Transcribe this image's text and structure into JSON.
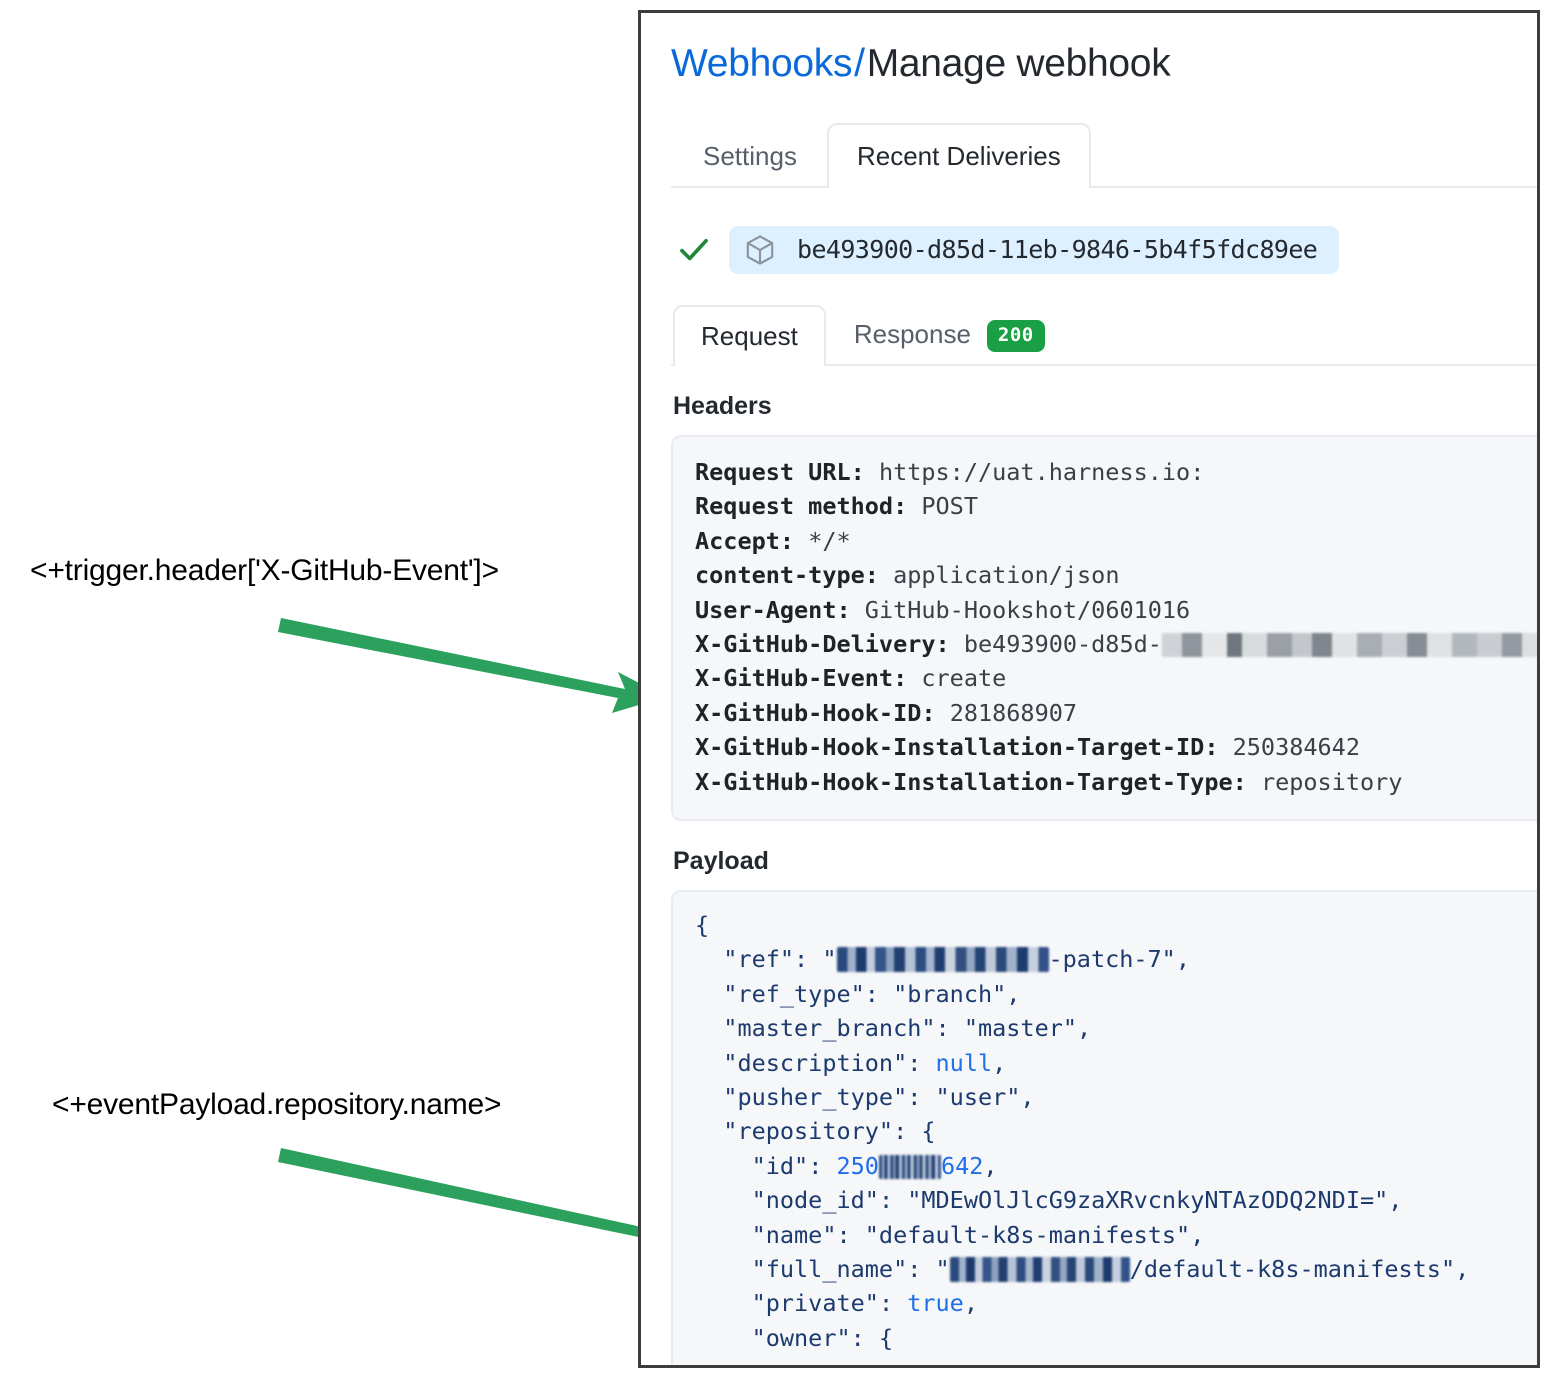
{
  "annotations": [
    {
      "name": "header-expression",
      "text": "<+trigger.header['X-GitHub-Event']>"
    },
    {
      "name": "payload-expression",
      "text": "<+eventPayload.repository.name>"
    }
  ],
  "panel": {
    "breadcrumb": {
      "link": "Webhooks",
      "separator": "/",
      "current": "Manage webhook"
    },
    "tabs": [
      {
        "label": "Settings",
        "active": false
      },
      {
        "label": "Recent Deliveries",
        "active": true
      }
    ],
    "delivery": {
      "status_icon": "check-icon",
      "package_icon": "cube-icon",
      "guid": "be493900-d85d-11eb-9846-5b4f5fdc89ee"
    },
    "inner_tabs": [
      {
        "label": "Request",
        "active": true,
        "badge": null
      },
      {
        "label": "Response",
        "active": false,
        "badge": "200"
      }
    ],
    "headers_section": {
      "heading": "Headers",
      "rows": [
        {
          "key": "Request URL:",
          "value": "https://uat.harness.io:",
          "redacted": false
        },
        {
          "key": "Request method:",
          "value": "POST",
          "redacted": false
        },
        {
          "key": "Accept:",
          "value": "*/*",
          "redacted": false
        },
        {
          "key": "content-type:",
          "value": "application/json",
          "redacted": false
        },
        {
          "key": "User-Agent:",
          "value": "GitHub-Hookshot/0601016",
          "redacted": false
        },
        {
          "key": "X-GitHub-Delivery:",
          "value": "be493900-d85d-",
          "redacted": true
        },
        {
          "key": "X-GitHub-Event:",
          "value": "create",
          "redacted": false
        },
        {
          "key": "X-GitHub-Hook-ID:",
          "value": "281868907",
          "redacted": false
        },
        {
          "key": "X-GitHub-Hook-Installation-Target-ID:",
          "value": "250384642",
          "redacted": false
        },
        {
          "key": "X-GitHub-Hook-Installation-Target-Type:",
          "value": "repository",
          "redacted": false
        }
      ]
    },
    "payload_section": {
      "heading": "Payload",
      "lines": [
        {
          "indent": 0,
          "raw": "{"
        },
        {
          "indent": 1,
          "key": "\"ref\"",
          "value": "-patch-7\"",
          "value_prefix": "\"",
          "type": "string-redacted",
          "trailing": ","
        },
        {
          "indent": 1,
          "key": "\"ref_type\"",
          "value": "\"branch\"",
          "type": "string",
          "trailing": ","
        },
        {
          "indent": 1,
          "key": "\"master_branch\"",
          "value": "\"master\"",
          "type": "string",
          "trailing": ","
        },
        {
          "indent": 1,
          "key": "\"description\"",
          "value": "null",
          "type": "literal",
          "trailing": ","
        },
        {
          "indent": 1,
          "key": "\"pusher_type\"",
          "value": "\"user\"",
          "type": "string",
          "trailing": ","
        },
        {
          "indent": 1,
          "key": "\"repository\"",
          "value": "{",
          "type": "open",
          "trailing": ""
        },
        {
          "indent": 2,
          "key": "\"id\"",
          "value": "250",
          "value_suffix": "642",
          "type": "number-redacted",
          "trailing": ","
        },
        {
          "indent": 2,
          "key": "\"node_id\"",
          "value": "\"MDEwOlJlcG9zaXRvcnkyNTAzODQ2NDI=\"",
          "type": "string",
          "trailing": ","
        },
        {
          "indent": 2,
          "key": "\"name\"",
          "value": "\"default-k8s-manifests\"",
          "type": "string",
          "trailing": ","
        },
        {
          "indent": 2,
          "key": "\"full_name\"",
          "value": "/default-k8s-manifests\"",
          "value_prefix": "\"",
          "type": "string-redacted",
          "trailing": ","
        },
        {
          "indent": 2,
          "key": "\"private\"",
          "value": "true",
          "type": "literal",
          "trailing": ","
        },
        {
          "indent": 2,
          "key": "\"owner\"",
          "value": "{",
          "type": "open",
          "trailing": ""
        }
      ]
    }
  },
  "colors": {
    "link": "#0969da",
    "badge_green": "#1a9f45",
    "arrow_green": "#2ca15e",
    "chip_blue": "#ddf0ff",
    "code_bg": "#f5f7f9",
    "panel_border": "#3d3d3d"
  }
}
